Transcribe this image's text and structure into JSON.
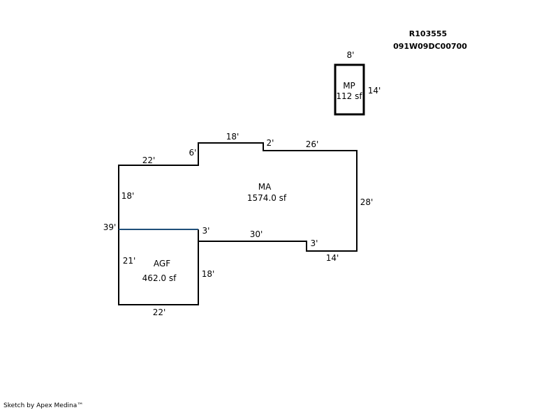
{
  "header": {
    "parcel_id": "R103555",
    "map_id": "091W09DC00700"
  },
  "areas": {
    "mp": {
      "code": "MP",
      "area": "112 sf"
    },
    "ma": {
      "code": "MA",
      "area": "1574.0 sf"
    },
    "agf": {
      "code": "AGF",
      "area": "462.0 sf"
    }
  },
  "dimensions": {
    "mp_top": "8'",
    "mp_right": "14'",
    "ma_top_left": "22'",
    "ma_step_up": "6'",
    "ma_top_mid": "18'",
    "ma_step_down": "2'",
    "ma_top_right": "26'",
    "ma_left": "18'",
    "ma_right": "28'",
    "ma_bottom_right": "14'",
    "ma_notch": "3'",
    "ma_bottom_mid": "30'",
    "ma_shared_step": "3'",
    "total_left": "39'",
    "agf_left": "21'",
    "agf_right": "18'",
    "agf_bottom": "22'"
  },
  "footer": {
    "credit": "Sketch by Apex Medina™"
  },
  "colors": {
    "outline": "#000000",
    "shared_wall": "#1f4e79"
  }
}
